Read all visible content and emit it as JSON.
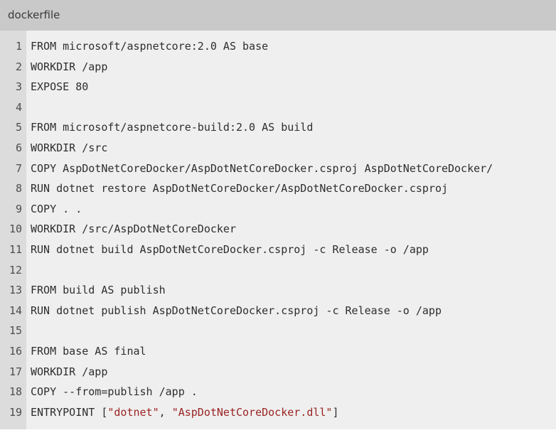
{
  "header": {
    "title": "dockerfile"
  },
  "colors": {
    "header_bg": "#c9c9c9",
    "header_text": "#3a3a3a",
    "gutter_bg": "#dcdcdc",
    "code_bg": "#efefef",
    "line_number": "#4d4d4d",
    "code_text": "#2e2e2e",
    "string_text": "#9b2323"
  },
  "code": {
    "language": "dockerfile",
    "lines": [
      {
        "number": "1",
        "segments": [
          {
            "type": "plain",
            "text": "FROM microsoft/aspnetcore:2.0 AS base"
          }
        ]
      },
      {
        "number": "2",
        "segments": [
          {
            "type": "plain",
            "text": "WORKDIR /app"
          }
        ]
      },
      {
        "number": "3",
        "segments": [
          {
            "type": "plain",
            "text": "EXPOSE 80"
          }
        ]
      },
      {
        "number": "4",
        "segments": []
      },
      {
        "number": "5",
        "segments": [
          {
            "type": "plain",
            "text": "FROM microsoft/aspnetcore-build:2.0 AS build"
          }
        ]
      },
      {
        "number": "6",
        "segments": [
          {
            "type": "plain",
            "text": "WORKDIR /src"
          }
        ]
      },
      {
        "number": "7",
        "segments": [
          {
            "type": "plain",
            "text": "COPY AspDotNetCoreDocker/AspDotNetCoreDocker.csproj AspDotNetCoreDocker/"
          }
        ]
      },
      {
        "number": "8",
        "segments": [
          {
            "type": "plain",
            "text": "RUN dotnet restore AspDotNetCoreDocker/AspDotNetCoreDocker.csproj"
          }
        ]
      },
      {
        "number": "9",
        "segments": [
          {
            "type": "plain",
            "text": "COPY . ."
          }
        ]
      },
      {
        "number": "10",
        "segments": [
          {
            "type": "plain",
            "text": "WORKDIR /src/AspDotNetCoreDocker"
          }
        ]
      },
      {
        "number": "11",
        "segments": [
          {
            "type": "plain",
            "text": "RUN dotnet build AspDotNetCoreDocker.csproj -c Release -o /app"
          }
        ]
      },
      {
        "number": "12",
        "segments": []
      },
      {
        "number": "13",
        "segments": [
          {
            "type": "plain",
            "text": "FROM build AS publish"
          }
        ]
      },
      {
        "number": "14",
        "segments": [
          {
            "type": "plain",
            "text": "RUN dotnet publish AspDotNetCoreDocker.csproj -c Release -o /app"
          }
        ]
      },
      {
        "number": "15",
        "segments": []
      },
      {
        "number": "16",
        "segments": [
          {
            "type": "plain",
            "text": "FROM base AS final"
          }
        ]
      },
      {
        "number": "17",
        "segments": [
          {
            "type": "plain",
            "text": "WORKDIR /app"
          }
        ]
      },
      {
        "number": "18",
        "segments": [
          {
            "type": "plain",
            "text": "COPY --from=publish /app ."
          }
        ]
      },
      {
        "number": "19",
        "segments": [
          {
            "type": "plain",
            "text": "ENTRYPOINT ["
          },
          {
            "type": "string",
            "text": "\"dotnet\""
          },
          {
            "type": "plain",
            "text": ", "
          },
          {
            "type": "string",
            "text": "\"AspDotNetCoreDocker.dll\""
          },
          {
            "type": "plain",
            "text": "]"
          }
        ]
      }
    ]
  }
}
